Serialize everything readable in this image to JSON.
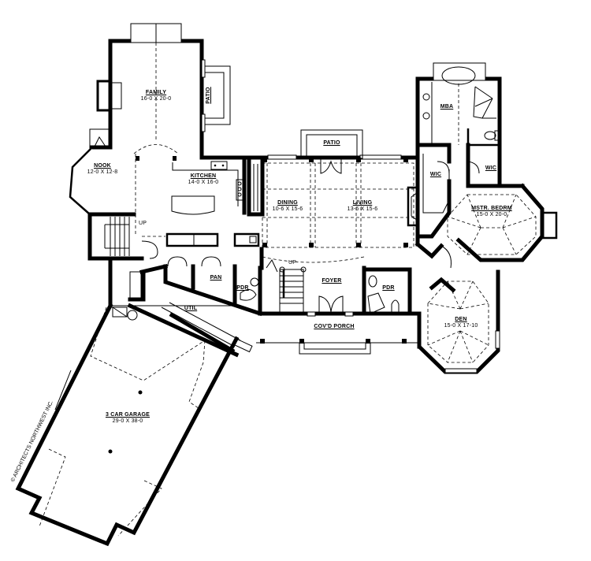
{
  "plan": {
    "type": "floor-plan",
    "credit": "© ARCHITECTS NORTHWEST INC.",
    "rooms": [
      {
        "id": "family",
        "name": "FAMILY",
        "dim": "16-0 X 20-0"
      },
      {
        "id": "nook",
        "name": "NOOK",
        "dim": "12-0 X 12-8"
      },
      {
        "id": "kitchen",
        "name": "KITCHEN",
        "dim": "14-0 X 16-0"
      },
      {
        "id": "dining",
        "name": "DINING",
        "dim": "10-6 X 15-6"
      },
      {
        "id": "living",
        "name": "LIVING",
        "dim": "13-6 X 15-6"
      },
      {
        "id": "mstr-bedrm",
        "name": "MSTR. BEDRM",
        "dim": "15-0 X 20-0"
      },
      {
        "id": "den",
        "name": "DEN",
        "dim": "15-0 X 17-10"
      },
      {
        "id": "garage",
        "name": "3 CAR GARAGE",
        "dim": "29-0 X 38-0"
      },
      {
        "id": "mba",
        "name": "MBA",
        "dim": ""
      },
      {
        "id": "wic-left",
        "name": "WIC",
        "dim": ""
      },
      {
        "id": "wic-right",
        "name": "WIC",
        "dim": ""
      },
      {
        "id": "patio-top",
        "name": "PATIO",
        "dim": ""
      },
      {
        "id": "patio-family",
        "name": "PATIO",
        "dim": ""
      },
      {
        "id": "pan",
        "name": "PAN",
        "dim": ""
      },
      {
        "id": "pdr-left",
        "name": "PDR",
        "dim": ""
      },
      {
        "id": "pdr-right",
        "name": "PDR",
        "dim": ""
      },
      {
        "id": "util",
        "name": "UTIL",
        "dim": ""
      },
      {
        "id": "foyer",
        "name": "FOYER",
        "dim": ""
      },
      {
        "id": "porch",
        "name": "COV'D PORCH",
        "dim": ""
      }
    ],
    "stairs": [
      {
        "id": "stair-nook",
        "label": "UP"
      },
      {
        "id": "stair-foyer",
        "label": "UP"
      }
    ],
    "colors": {
      "ink": "#000000",
      "paper": "#ffffff"
    }
  }
}
